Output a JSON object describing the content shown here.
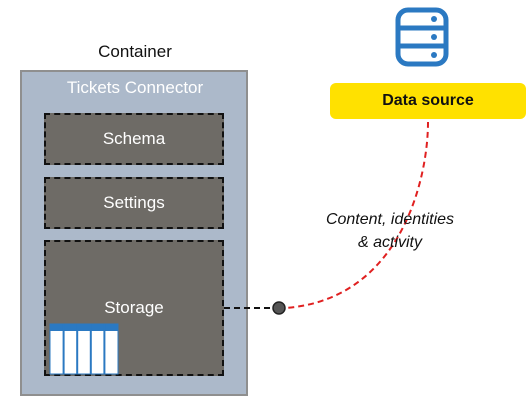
{
  "container": {
    "label": "Container"
  },
  "connector": {
    "title": "Tickets Connector",
    "components": {
      "schema": "Schema",
      "settings": "Settings",
      "storage": "Storage"
    }
  },
  "data_source": {
    "label": "Data source"
  },
  "edge": {
    "label_line1": "Content, identities",
    "label_line2": "& activity"
  },
  "colors": {
    "container_fill": "#acb9ca",
    "component_fill": "#6e6b66",
    "data_source_fill": "#ffe100",
    "database_icon": "#2b79c2",
    "flow_line": "#e02020",
    "storage_blocks": "#2b79c2"
  }
}
